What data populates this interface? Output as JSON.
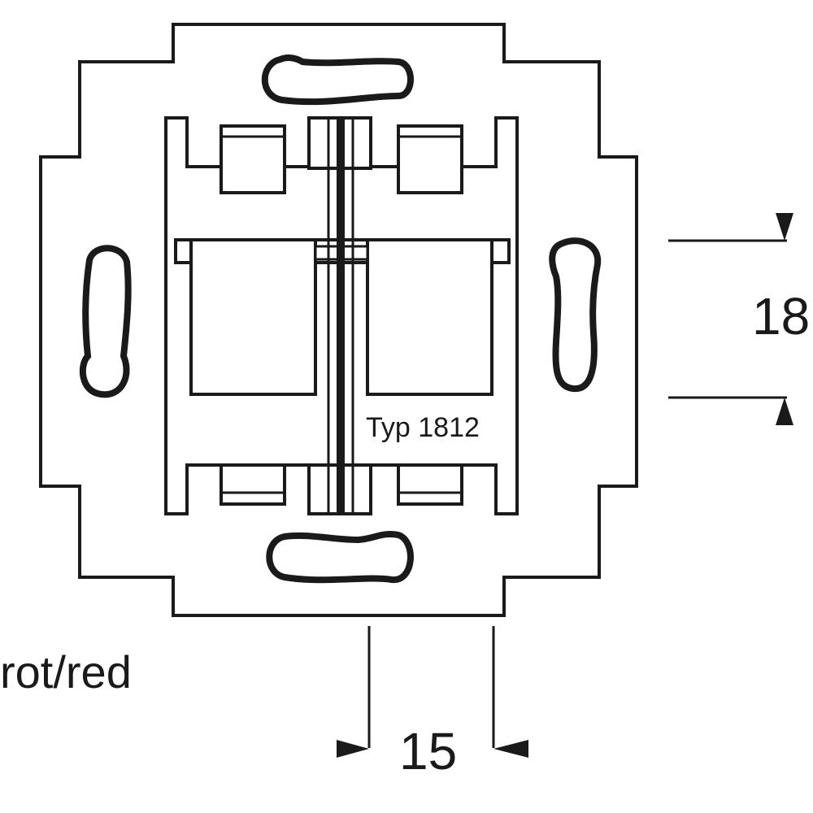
{
  "drawing": {
    "stroke_color": "#1a1a1a",
    "background": "#ffffff",
    "type_label": "Typ 1812",
    "color_note": "rot/red",
    "dim_vertical": "18",
    "dim_horizontal": "15"
  }
}
